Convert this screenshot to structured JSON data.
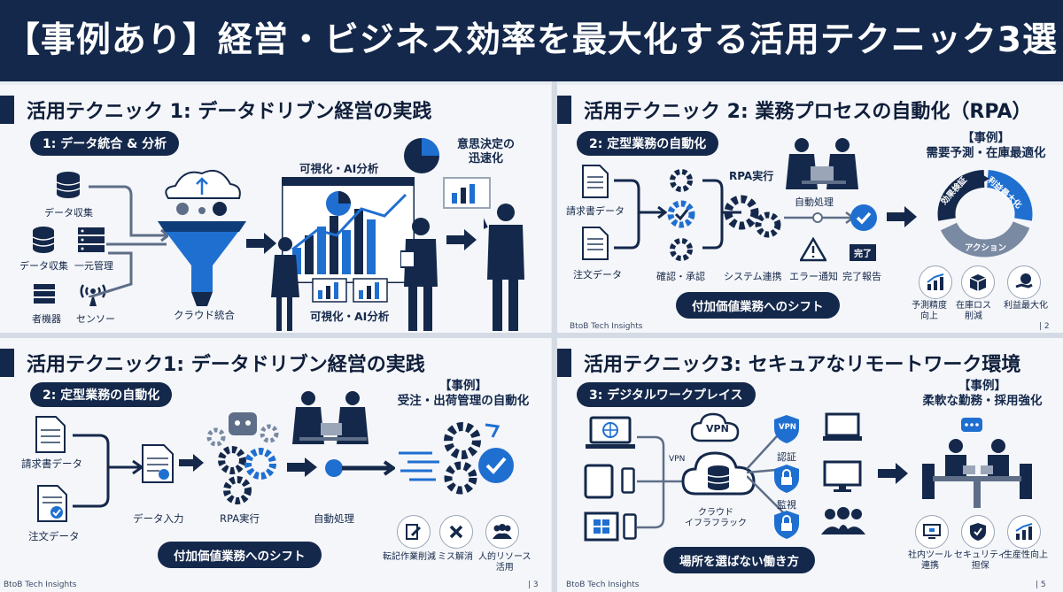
{
  "header": {
    "title": "【事例あり】経営・ビジネス効率を最大化する活用テクニック3選"
  },
  "panel1": {
    "title": "活用テクニック 1: データドリブン経営の実践",
    "pill": "1: データ統合 & 分析",
    "labels": {
      "collect1": "データ収集",
      "collect2": "データ収集",
      "unify": "一元管理",
      "devices": "者機器",
      "sensor": "センソー",
      "cloud": "クラウド統合",
      "viz_top": "可視化・AI分析",
      "viz_bottom": "可視化・AI分析",
      "decision": "意思決定の\n迅速化"
    }
  },
  "panel2": {
    "title": "活用テクニック 2: 業務プロセスの自動化（RPA）",
    "pill": "2: 定型業務の自動化",
    "labels": {
      "invoice": "請求書データ",
      "order": "注文データ",
      "check": "確認・承認",
      "rpa": "RPA実行",
      "system": "システム連携",
      "auto": "自動処理",
      "error": "エラー通知",
      "done_badge": "完了",
      "done_report": "完了報告"
    },
    "case_title": "【事例】\n需要予測・在庫最適化",
    "cycle": {
      "top_left": "効果検証",
      "top_right": "利益最大化",
      "bottom": "アクション"
    },
    "benefits": [
      {
        "label": "予測精度\n向上"
      },
      {
        "label": "在庫ロス\n削減"
      },
      {
        "label": "利益最大化"
      }
    ],
    "shift": "付加価値業務へのシフト",
    "footer": "BtoB Tech Insights",
    "page": "| 2"
  },
  "panel3": {
    "title": "活用テクニック1: データドリブン経営の実践",
    "pill": "2: 定型業務の自動化",
    "labels": {
      "invoice": "請求書データ",
      "order": "注文データ",
      "input": "データ入力",
      "rpa": "RPA実行",
      "auto": "自動処理"
    },
    "case_title": "【事例】\n受注・出荷管理の自動化",
    "benefits": [
      {
        "label": "転記作業削減"
      },
      {
        "label": "ミス解消"
      },
      {
        "label": "人的リソース\n活用"
      }
    ],
    "shift": "付加価値業務へのシフト",
    "footer": "BtoB Tech Insights",
    "page": "| 3"
  },
  "panel4": {
    "title": "活用テクニック3: セキュアなリモートワーク環境",
    "pill": "3: デジタルワークプレイス",
    "labels": {
      "vpn_cloud": "VPN",
      "vpn_side": "VPN",
      "vpn_left": "VPN",
      "auth": "認証",
      "monitor": "監視",
      "infra": "クラウド\nイフラフラック"
    },
    "case_title": "【事例】\n柔軟な勤務・採用強化",
    "benefits": [
      {
        "label": "社内ツール\n連携"
      },
      {
        "label": "セキュリティ\n担保"
      },
      {
        "label": "生産性向上"
      }
    ],
    "shift": "場所を選ばない働き方",
    "footer": "BtoB Tech Insights",
    "page": "| 5"
  },
  "colors": {
    "navy": "#14284b",
    "blue": "#1f6fd1",
    "light": "#f4f6f9"
  }
}
